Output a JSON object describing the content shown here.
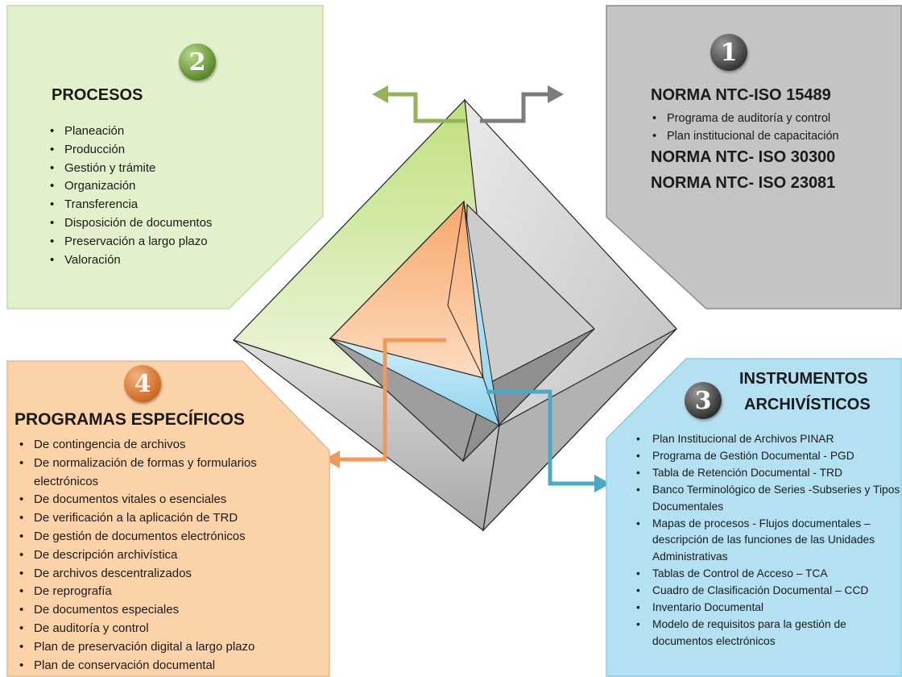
{
  "panel_2": {
    "number": "2",
    "title": "PROCESOS",
    "items": [
      "Planeación",
      "Producción",
      "Gestión y trámite",
      "Organización",
      "Transferencia",
      "Disposición de documentos",
      "Preservación a largo plazo",
      "Valoración"
    ]
  },
  "panel_1": {
    "number": "1",
    "title_1": "NORMA NTC-ISO 15489",
    "items": [
      "Programa de auditoría y control",
      "Plan institucional de capacitación"
    ],
    "title_2": "NORMA NTC- ISO 30300",
    "title_3": "NORMA NTC- ISO 23081"
  },
  "panel_4": {
    "number": "4",
    "title": "PROGRAMAS ESPECÍFICOS",
    "items": [
      "De contingencia de archivos",
      "De normalización de formas y formularios electrónicos",
      "De documentos vitales o esenciales",
      "De verificación a la aplicación de TRD",
      "De gestión de documentos electrónicos",
      "De descripción archivística",
      "De archivos descentralizados",
      "De reprografía",
      "De documentos especiales",
      "De auditoría y control",
      "Plan de preservación digital a largo plazo",
      "Plan de conservación documental"
    ]
  },
  "panel_3": {
    "number": "3",
    "title_line_1": "INSTRUMENTOS",
    "title_line_2": "ARCHIVÍSTICOS",
    "items": [
      "Plan Institucional de Archivos PINAR",
      "Programa de Gestión Documental - PGD",
      "Tabla de Retención Documental - TRD",
      "Banco Terminológico de Series -Subseries y Tipos Documentales",
      "Mapas de procesos - Flujos documentales – descripción de las funciones de las Unidades Administrativas",
      "Tablas de Control de Acceso – TCA",
      "Cuadro de Clasificación Documental – CCD",
      "Inventario Documental",
      "Modelo de requisitos para la gestión de documentos electrónicos"
    ]
  },
  "colors": {
    "green": "#e2f0cc",
    "gray": "#c4c4c4",
    "orange": "#fcd2a8",
    "blue": "#b3e1f2",
    "arrow_green": "#93b25a",
    "arrow_gray": "#7c7c7c",
    "arrow_orange": "#f0995a",
    "arrow_blue": "#4aa9c6"
  }
}
